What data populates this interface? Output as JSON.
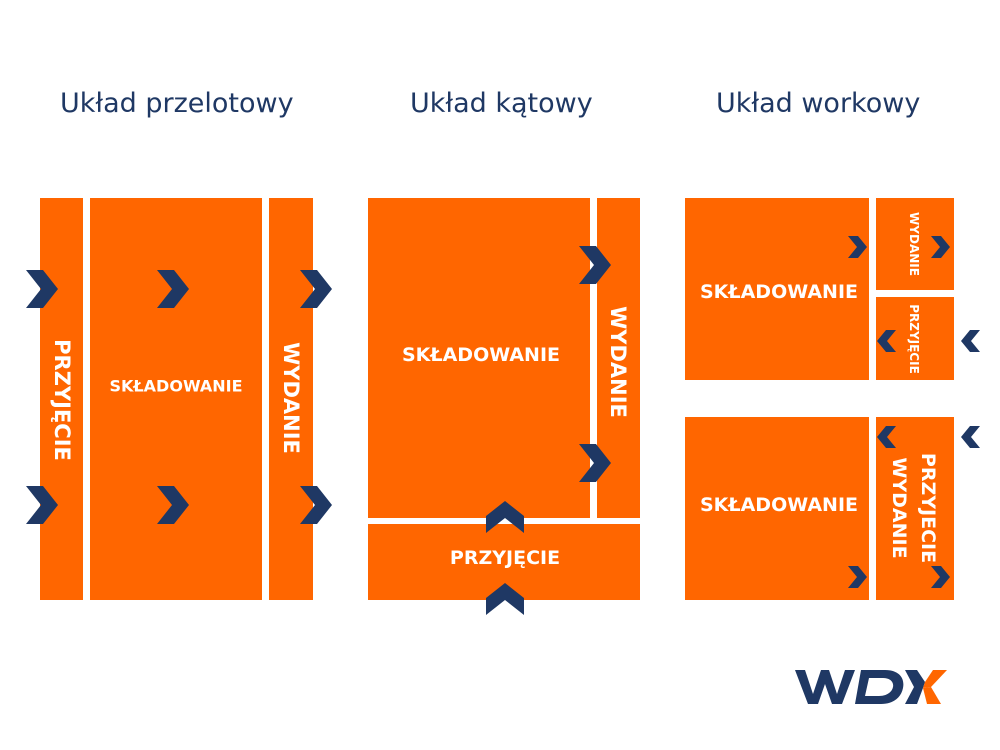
{
  "colors": {
    "block": "#ff6600",
    "arrow": "#1f3864",
    "title": "#1f3864"
  },
  "titles": {
    "przelotowy": "Układ przelotowy",
    "katowy": "Układ kątowy",
    "workowy": "Układ workowy"
  },
  "labels": {
    "przyjecie": "PRZYJĘCIE",
    "przyjecie_upper": "PRZYJECIE",
    "skladowanie": "SKŁADOWANIE",
    "wydanie": "WYDANIE"
  },
  "logo": {
    "text": "WDX"
  }
}
